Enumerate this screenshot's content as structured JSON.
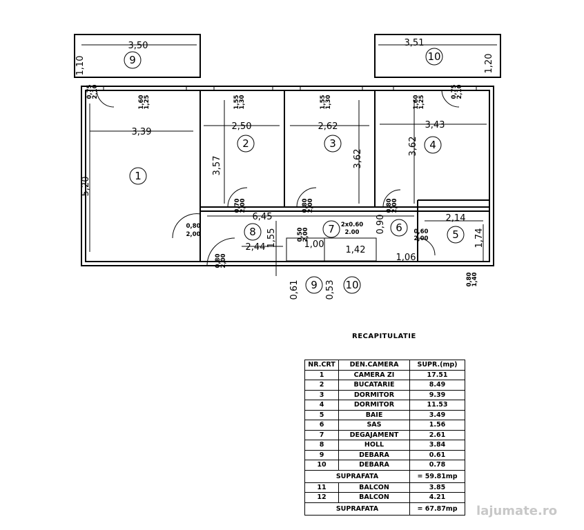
{
  "plan": {
    "room_numbers": [
      "1",
      "2",
      "3",
      "4",
      "5",
      "6",
      "7",
      "8",
      "9",
      "9",
      "10",
      "10"
    ],
    "dims": [
      "3,50",
      "1,10",
      "3,39",
      "5,20",
      "0,75",
      "2,10",
      "1,60",
      "1,25",
      "2,50",
      "3,57",
      "1,55",
      "1,30",
      "2,62",
      "3,62",
      "1,55",
      "1,30",
      "3,43",
      "3,62",
      "1,60",
      "1,25",
      "3,51",
      "1,20",
      "0,75",
      "2,10",
      "0,70",
      "2,00",
      "0,80",
      "2,00",
      "0,80",
      "2,00",
      "6,45",
      "0,80",
      "2,00",
      "2,44",
      "1,55",
      "0,50",
      "2,00",
      "2x0.60",
      "2.00",
      "1,00",
      "1,42",
      "1,06",
      "0,90",
      "0,60",
      "2,00",
      "2,14",
      "1,74",
      "0,80",
      "2,00",
      "0,61",
      "0,53",
      "0,80",
      "1,40"
    ]
  },
  "table": {
    "title": "RECAPITULATIE",
    "headers": [
      "NR.CRT",
      "DEN.CAMERA",
      "SUPR.(mp)"
    ],
    "rows": [
      [
        "1",
        "CAMERA ZI",
        "17.51"
      ],
      [
        "2",
        "BUCATARIE",
        "8.49"
      ],
      [
        "3",
        "DORMITOR",
        "9.39"
      ],
      [
        "4",
        "DORMITOR",
        "11.53"
      ],
      [
        "5",
        "BAIE",
        "3.49"
      ],
      [
        "6",
        "SAS",
        "1.56"
      ],
      [
        "7",
        "DEGAJAMENT",
        "2.61"
      ],
      [
        "8",
        "HOLL",
        "3.84"
      ],
      [
        "9",
        "DEBARA",
        "0.61"
      ],
      [
        "10",
        "DEBARA",
        "0.78"
      ]
    ],
    "subtotal_label": "SUPRAFATA",
    "subtotal_value": "= 59.81mp",
    "rows2": [
      [
        "11",
        "BALCON",
        "3.85"
      ],
      [
        "12",
        "BALCON",
        "4.21"
      ]
    ],
    "total_label": "SUPRAFATA",
    "total_value": "= 67.87mp"
  },
  "watermark": "lajumate.ro"
}
